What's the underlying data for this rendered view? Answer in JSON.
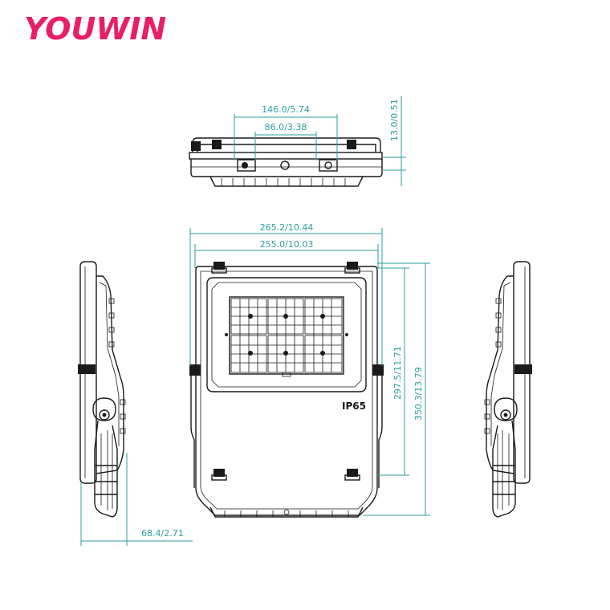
{
  "brand": {
    "name": "YOUWIN",
    "color": "#ea1f63"
  },
  "colors": {
    "dimension": "#2b9e9e",
    "outline": "#1a1a1a"
  },
  "marking": "IP65",
  "dimensions": {
    "top_outer": "146.0/5.74",
    "top_inner": "86.0/3.38",
    "top_height": "13.0/0.51",
    "front_outer_width": "265.2/10.44",
    "front_inner_width": "255.0/10.03",
    "front_inner_height": "297.5/11.71",
    "front_outer_height": "350.3/13.79",
    "side_depth": "68.4/2.71"
  }
}
